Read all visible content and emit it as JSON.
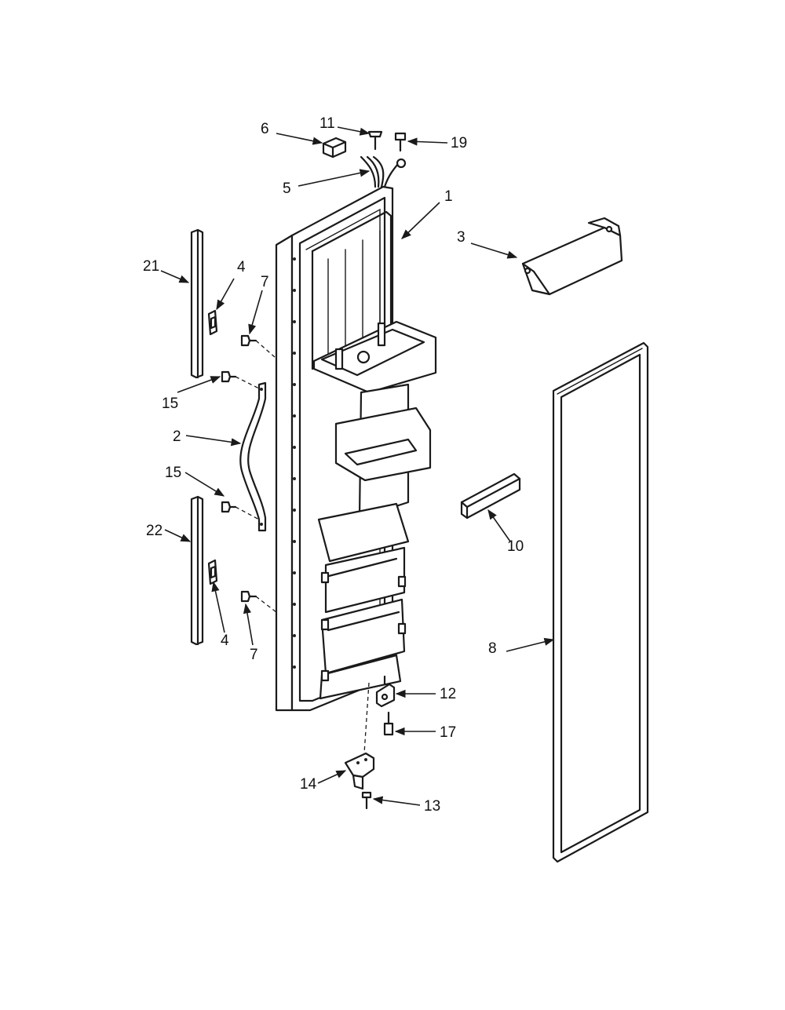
{
  "callouts": {
    "c1": "1",
    "c2": "2",
    "c3": "3",
    "c4a": "4",
    "c4b": "4",
    "c5": "5",
    "c6": "6",
    "c7a": "7",
    "c7b": "7",
    "c8": "8",
    "c10": "10",
    "c11": "11",
    "c12": "12",
    "c13": "13",
    "c14": "14",
    "c15a": "15",
    "c15b": "15",
    "c17": "17",
    "c19": "19",
    "c21": "21",
    "c22": "22"
  }
}
